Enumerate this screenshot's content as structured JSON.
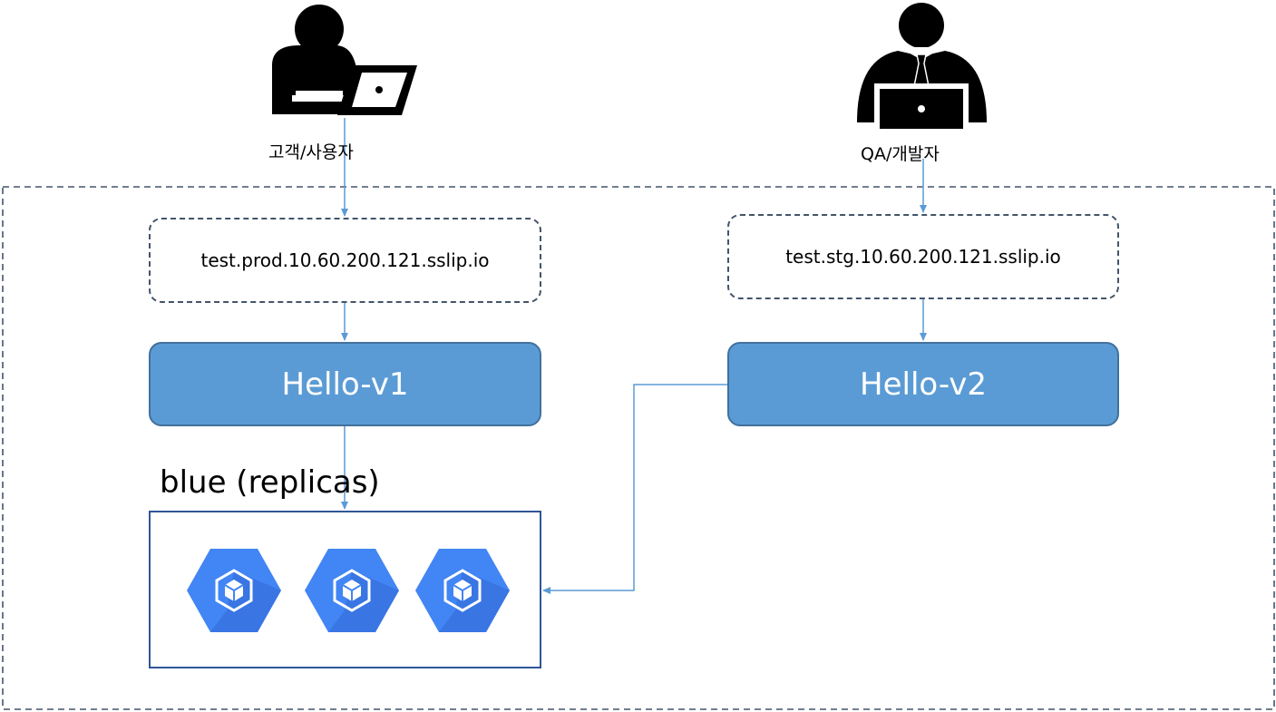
{
  "users": [
    {
      "label": "고객/사용자",
      "icon": "customer-laptop-icon"
    },
    {
      "label": "QA/개발자",
      "icon": "developer-laptop-icon"
    }
  ],
  "hosts": {
    "prod": "test.prod.10.60.200.121.sslip.io",
    "stg": "test.stg.10.60.200.121.sslip.io"
  },
  "services": {
    "v1": "Hello-v1",
    "v2": "Hello-v2"
  },
  "replicas": {
    "title": "blue (replicas)",
    "count": 3,
    "icon": "kubernetes-engine-icon"
  },
  "colors": {
    "service_fill": "#5b9bd5",
    "service_border": "#41719c",
    "dashed_border": "#44546a",
    "arrow": "#5b9bd5",
    "hexagon": "#4285f4",
    "hexagon_dark": "#3367d6"
  }
}
